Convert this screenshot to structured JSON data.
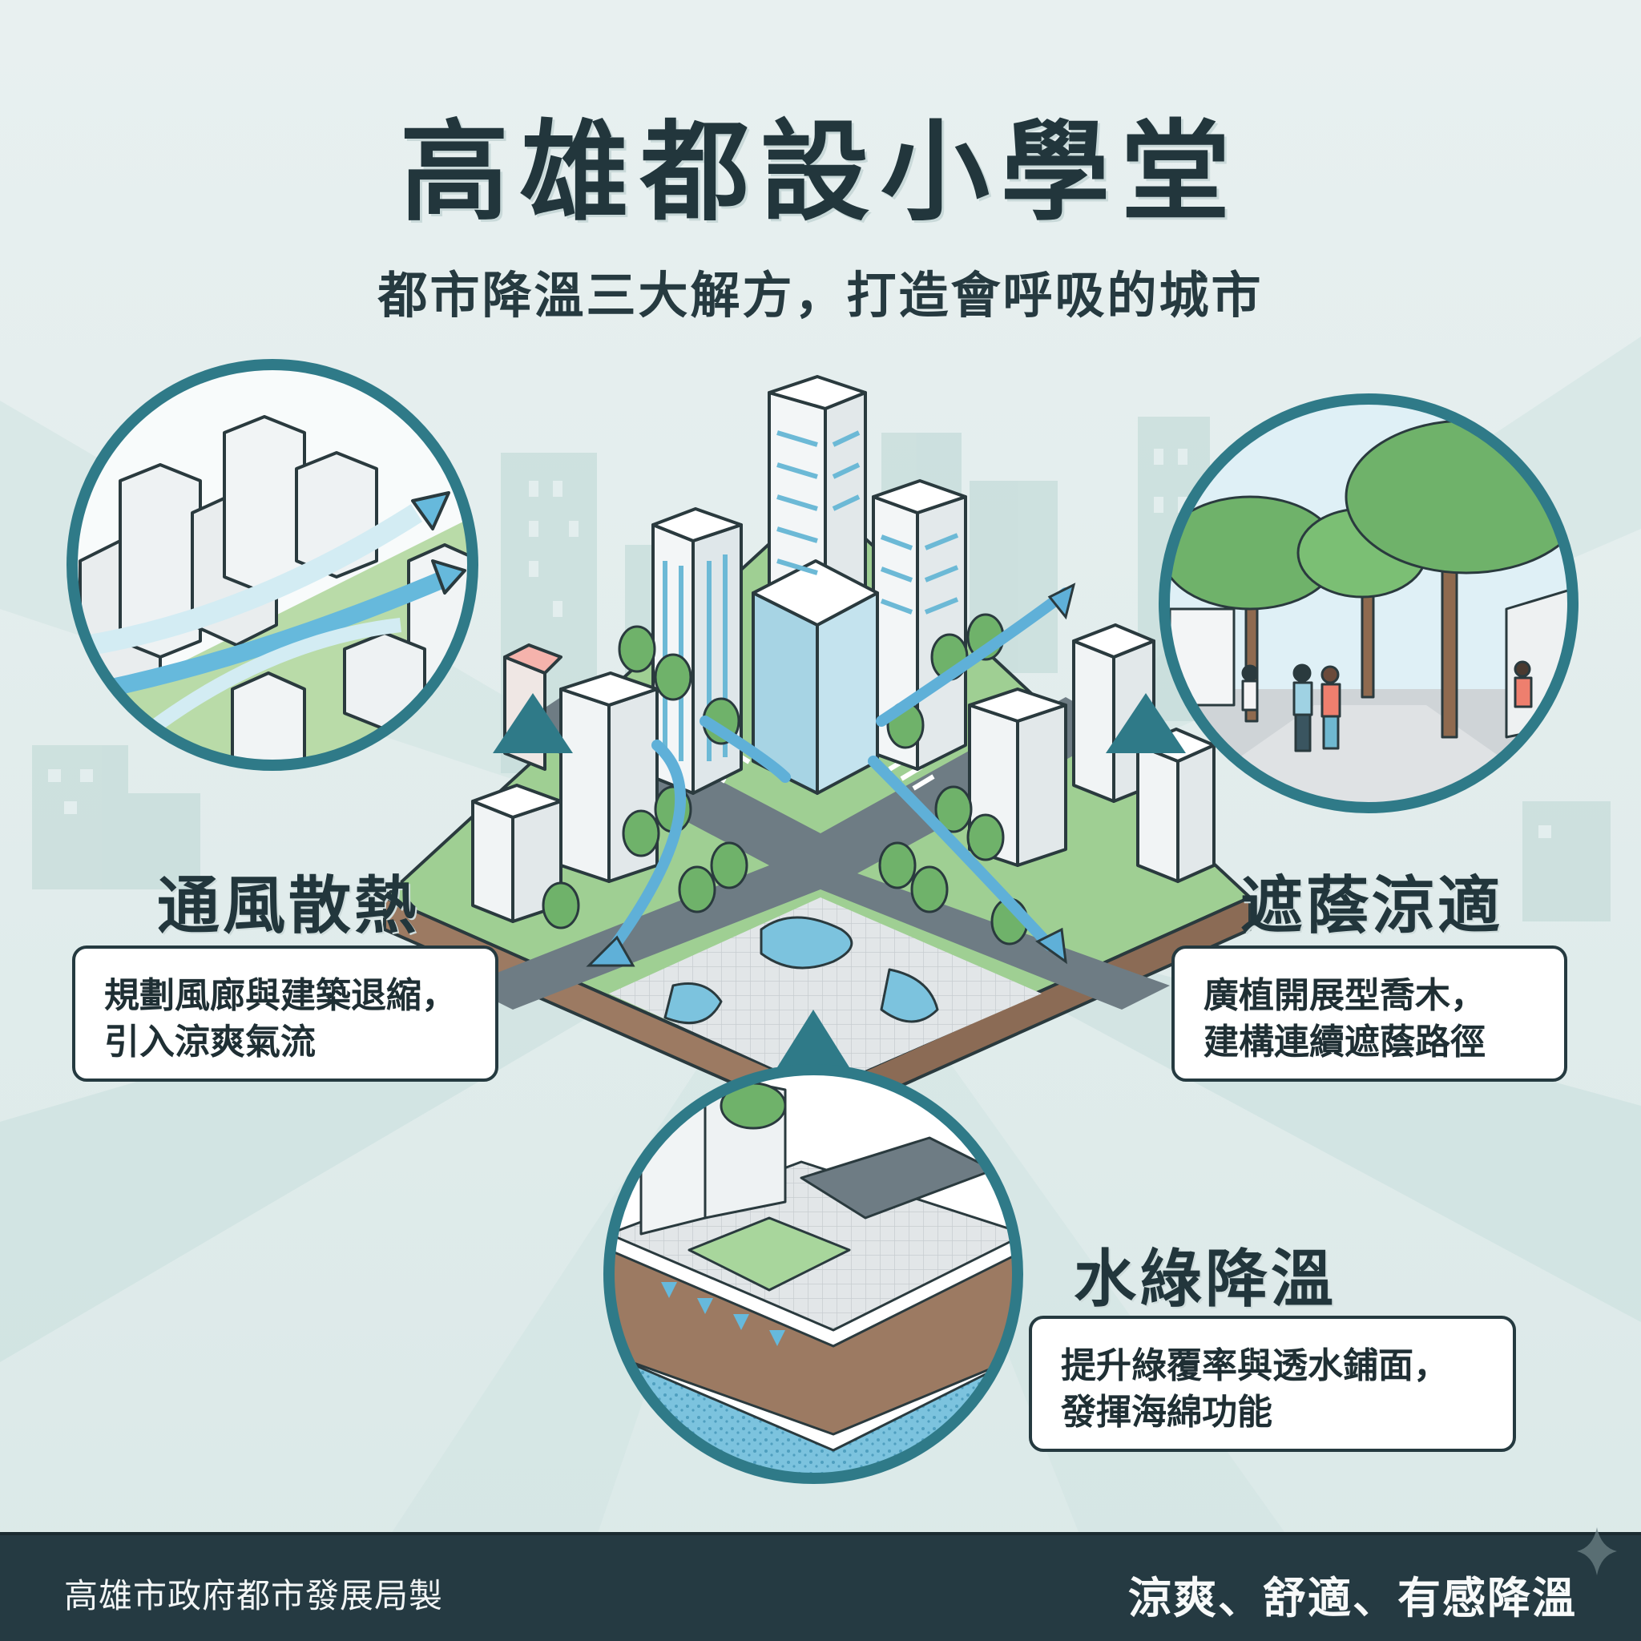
{
  "poster": {
    "title": "高雄都設小學堂",
    "subtitle": "都市降溫三大解方，打造會呼吸的城市"
  },
  "solutions": [
    {
      "heading": "通風散熱",
      "lines": [
        "規劃風廊與建築退縮，",
        "引入涼爽氣流"
      ],
      "illustration": "wind-corridor-buildings"
    },
    {
      "heading": "遮蔭涼適",
      "lines": [
        "廣植開展型喬木，",
        "建構連續遮蔭路徑"
      ],
      "illustration": "tree-shaded-walkway"
    },
    {
      "heading": "水綠降溫",
      "lines": [
        "提升綠覆率與透水鋪面，",
        "發揮海綿功能"
      ],
      "illustration": "permeable-pavement-cross-section"
    }
  ],
  "footer": {
    "credit": "高雄市政府都市發展局製",
    "slogan": "涼爽、舒適、有感降溫"
  },
  "colors": {
    "background": "#e4eeee",
    "ring": "#2f7a88",
    "title_text": "#22363c",
    "footer_bg": "#253a42",
    "green": "#6fb26a",
    "water": "#66b9dc",
    "soil": "#9c7a62"
  }
}
